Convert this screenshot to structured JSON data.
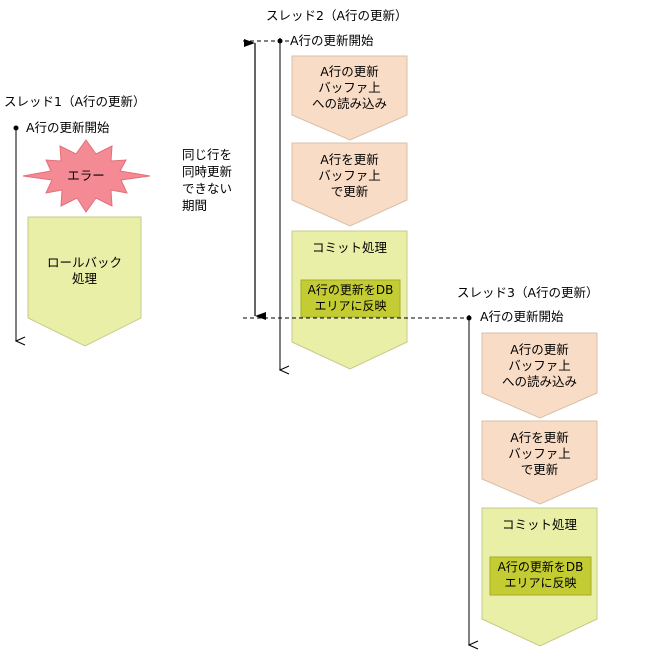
{
  "threads": [
    {
      "title": "スレッド1（A行の更新）",
      "start": "A行の更新開始",
      "error": "エラー",
      "rollback": [
        "ロールバック",
        "処理"
      ]
    },
    {
      "title": "スレッド2（A行の更新）",
      "start": "A行の更新開始",
      "step1": [
        "A行の更新",
        "バッファ上",
        "への読み込み"
      ],
      "step2": [
        "A行を更新",
        "バッファ上",
        "で更新"
      ],
      "commit": "コミット処理",
      "commit_inner": [
        "A行の更新をDB",
        "エリアに反映"
      ]
    },
    {
      "title": "スレッド3（A行の更新）",
      "start": "A行の更新開始",
      "step1": [
        "A行の更新",
        "バッファ上",
        "への読み込み"
      ],
      "step2": [
        "A行を更新",
        "バッファ上",
        "で更新"
      ],
      "commit": "コミット処理",
      "commit_inner": [
        "A行の更新をDB",
        "エリアに反映"
      ]
    }
  ],
  "blocked_label": [
    "同じ行を",
    "同時更新",
    "できない",
    "期間"
  ],
  "colors": {
    "error_fill": "#f48a93",
    "error_stroke": "#e36f79",
    "rollback_fill": "#e9efa7",
    "step_fill": "#f8dcc6",
    "step_stroke": "#d8c0a8",
    "commit_fill": "#e9efa7",
    "commit_inner_fill": "#c4cc33",
    "shape_stroke": "#c8c88c"
  }
}
